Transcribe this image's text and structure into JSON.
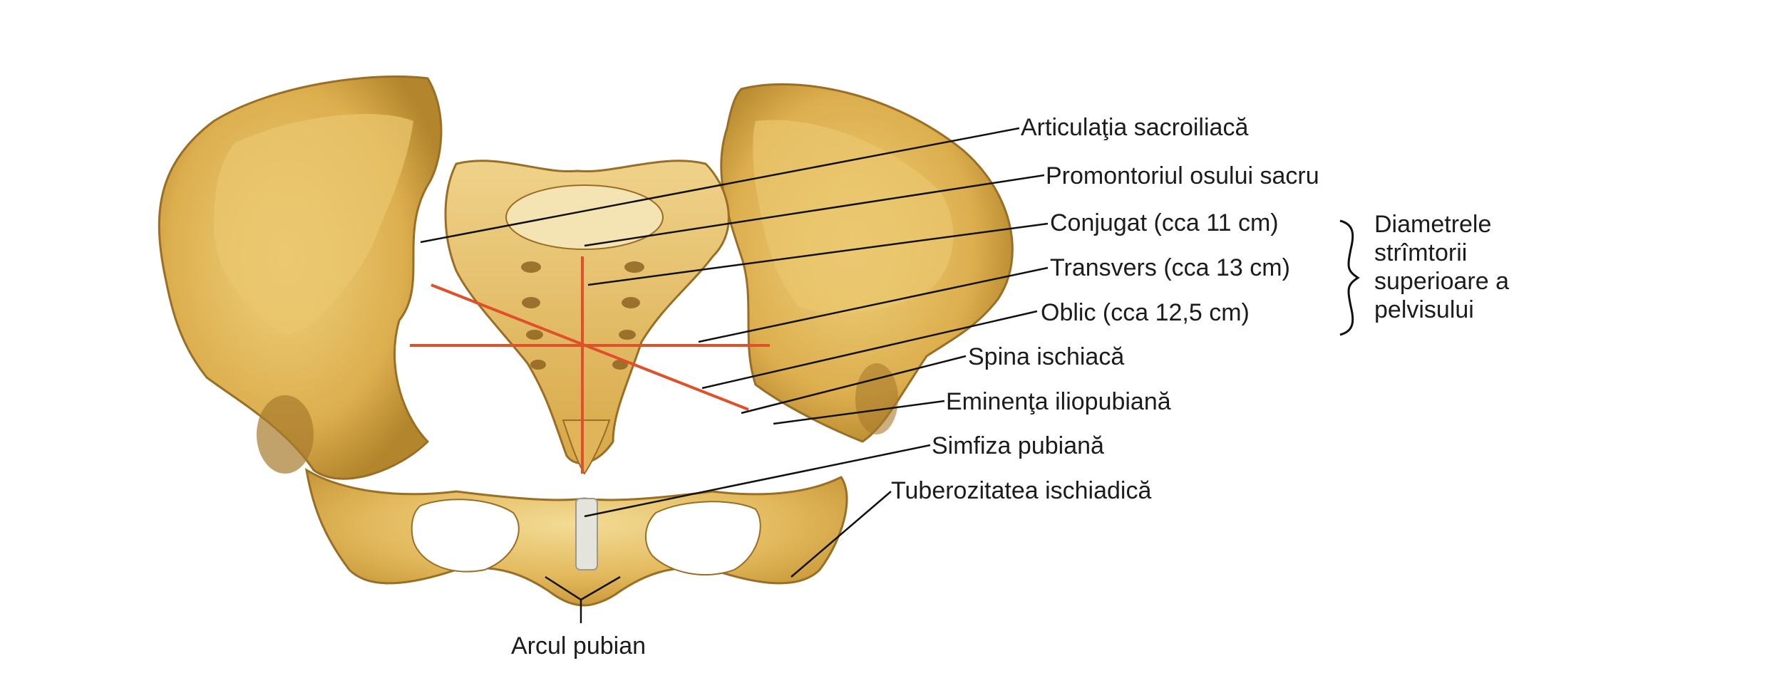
{
  "labels": {
    "articulatia": "Articulaţia sacroiliacă",
    "promontoriul": "Promontoriul osului sacru",
    "conjugat": "Conjugat (cca 11 cm)",
    "transvers": "Transvers (cca 13 cm)",
    "oblic": "Oblic (cca 12,5 cm)",
    "spina": "Spina ischiacă",
    "eminenta": "Eminenţa iliopubiană",
    "simfiza": "Simfiza pubiană",
    "tuberozitatea": "Tuberozitatea ischiadică",
    "arcul": "Arcul pubian"
  },
  "group": {
    "lines": [
      "Diametrele",
      "strîmtorii",
      "superioare a",
      "pelvisului"
    ]
  },
  "colors": {
    "bone": "#e8c46e",
    "bone_shadow": "#b98a30",
    "bone_light": "#f6e2a8",
    "diameter_lines": "#e0502a",
    "leader_lines": "#111111"
  }
}
